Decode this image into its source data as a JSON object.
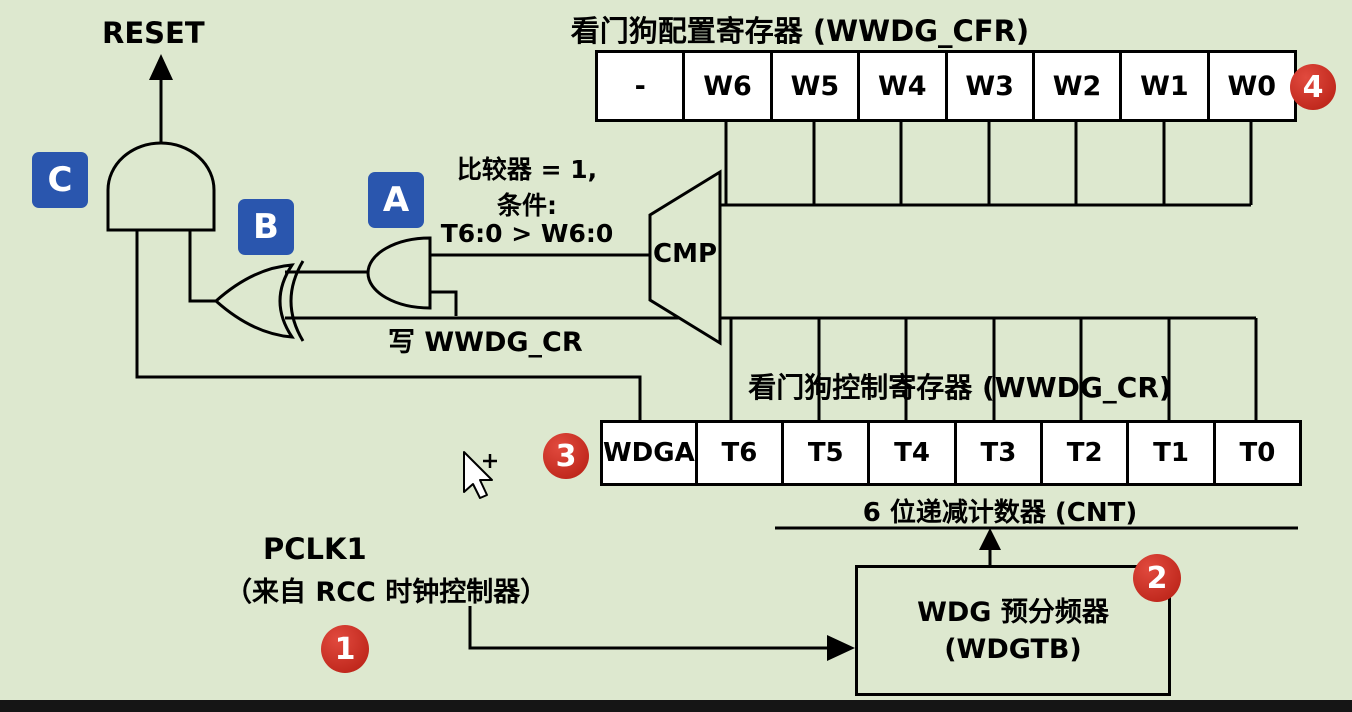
{
  "cfr": {
    "title": "看门狗配置寄存器 (WWDG_CFR)",
    "cells": [
      "-",
      "W6",
      "W5",
      "W4",
      "W3",
      "W2",
      "W1",
      "W0"
    ],
    "badge": "4"
  },
  "cr": {
    "title": "看门狗控制寄存器 (WWDG_CR)",
    "cells": [
      "WDGA",
      "T6",
      "T5",
      "T4",
      "T3",
      "T2",
      "T1",
      "T0"
    ],
    "badge": "3"
  },
  "cnt_label": "6 位递减计数器 (CNT)",
  "reset_label": "RESET",
  "cmp_label": "CMP",
  "comparator_note": {
    "line1": "比较器 = 1,",
    "line2": "条件:",
    "line3": "T6:0 > W6:0"
  },
  "write_label": "写 WWDG_CR",
  "pclk": {
    "line1": "PCLK1",
    "line2": "（来自 RCC 时钟控制器）",
    "badge": "1"
  },
  "prescaler": {
    "line1": "WDG 预分频器",
    "line2": "(WDGTB)",
    "badge": "2"
  },
  "gates": {
    "a": "A",
    "b": "B",
    "c": "C"
  },
  "colors": {
    "background": "#dde8cf",
    "badge_blue": "#2a56ae",
    "badge_red": "#c22318",
    "line": "#000000",
    "register_fill": "#ffffff"
  }
}
